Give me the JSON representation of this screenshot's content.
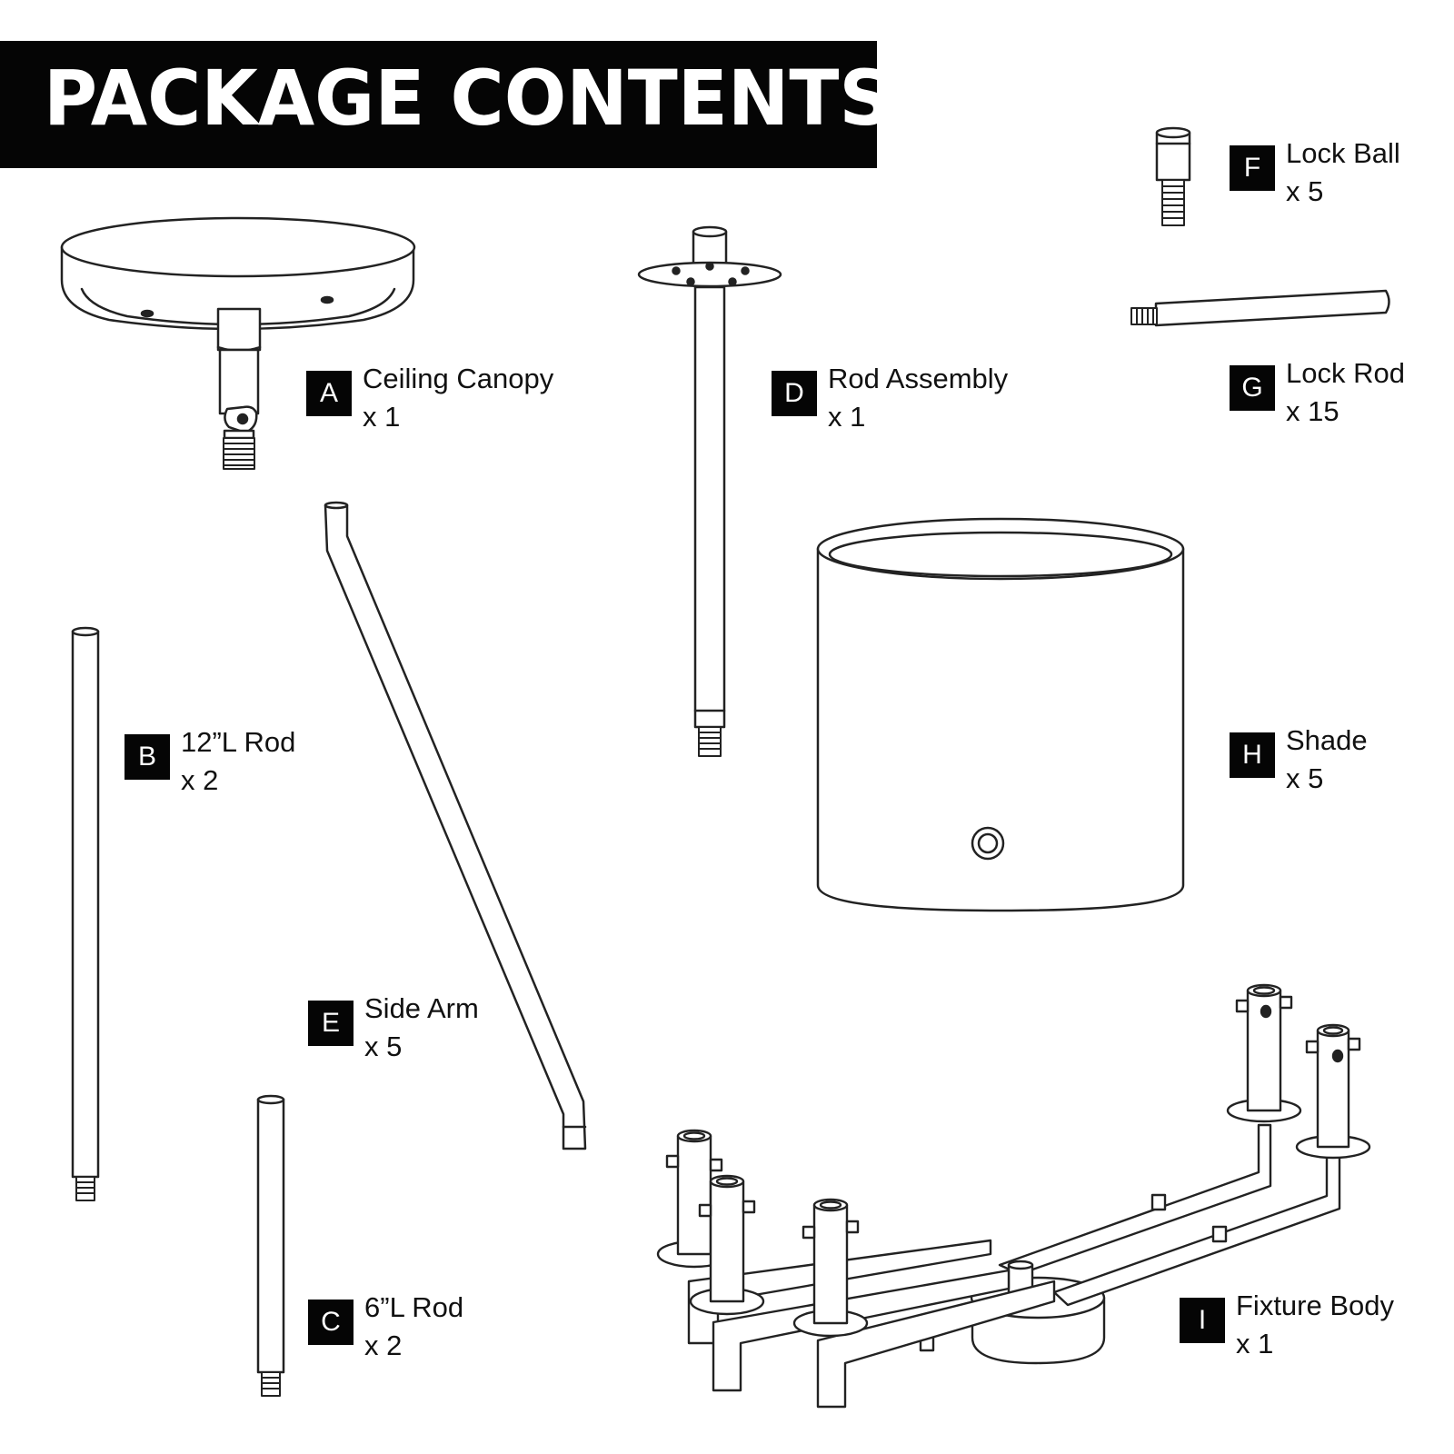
{
  "title": "PACKAGE CONTENTS",
  "parts": [
    {
      "letter": "A",
      "name": "Ceiling Canopy",
      "qty": "x 1"
    },
    {
      "letter": "B",
      "name": "12”L Rod",
      "qty": "x 2"
    },
    {
      "letter": "C",
      "name": "6”L Rod",
      "qty": "x 2"
    },
    {
      "letter": "D",
      "name": "Rod Assembly",
      "qty": "x 1"
    },
    {
      "letter": "E",
      "name": "Side Arm",
      "qty": "x 5"
    },
    {
      "letter": "F",
      "name": "Lock Ball",
      "qty": "x 5"
    },
    {
      "letter": "G",
      "name": "Lock Rod",
      "qty": "x 15"
    },
    {
      "letter": "H",
      "name": "Shade",
      "qty": "x 5"
    },
    {
      "letter": "I",
      "name": "Fixture Body",
      "qty": "x 1"
    }
  ]
}
